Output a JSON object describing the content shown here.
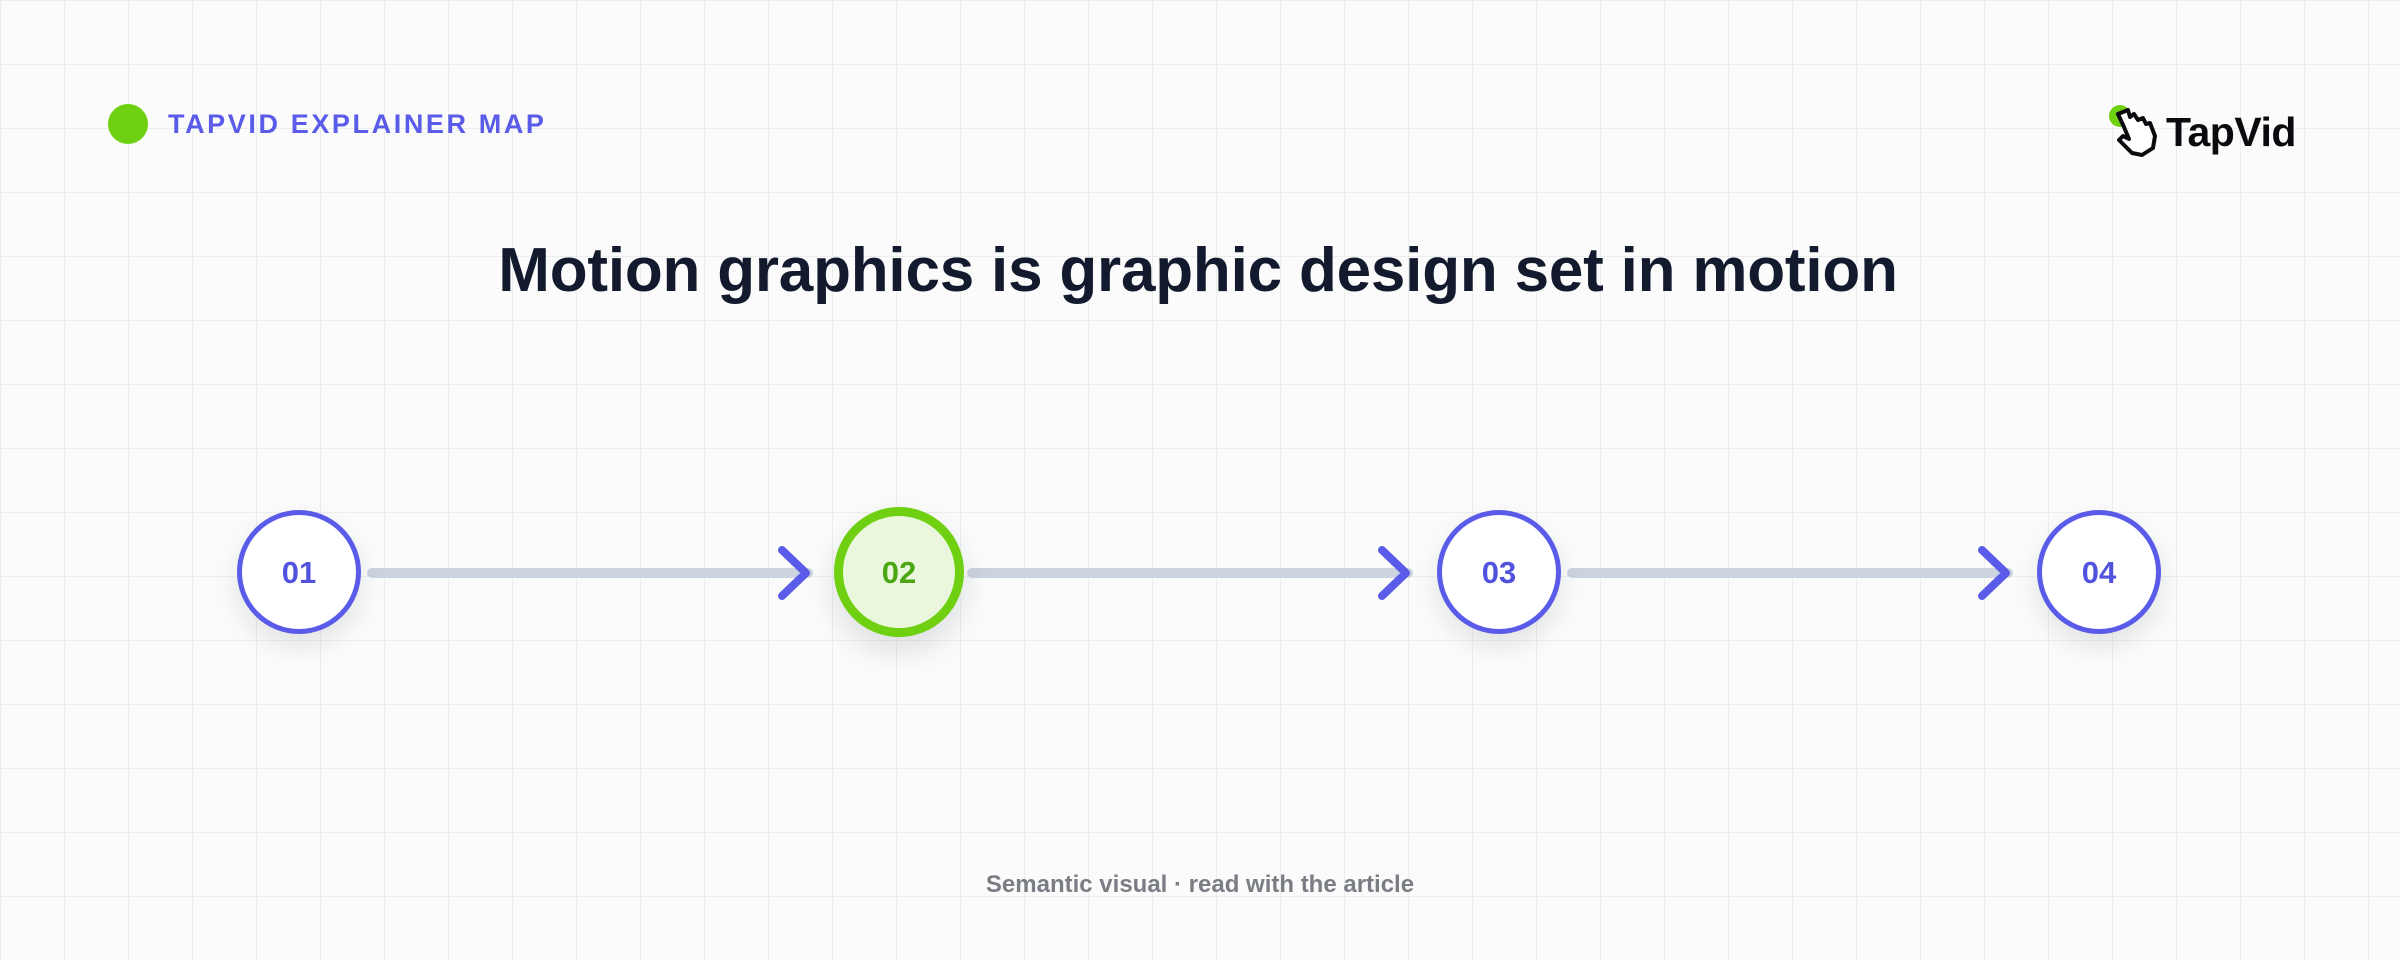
{
  "header": {
    "label": "TAPVID EXPLAINER MAP",
    "dot_color": "#6fd012",
    "label_color": "#5a5be8"
  },
  "logo": {
    "text": "TapVid",
    "icon": "pointer-hand-icon"
  },
  "title": "Motion graphics is graphic design set in motion",
  "steps": [
    {
      "number": "01",
      "active": false
    },
    {
      "number": "02",
      "active": true
    },
    {
      "number": "03",
      "active": false
    },
    {
      "number": "04",
      "active": false
    }
  ],
  "colors": {
    "accent": "#5a5be8",
    "active": "#6fd012",
    "active_fill": "#ebf7dc",
    "connector": "#cbd3df",
    "title": "#141a2e",
    "footer": "#7b7d85"
  },
  "footer": "Semantic visual · read with the article"
}
